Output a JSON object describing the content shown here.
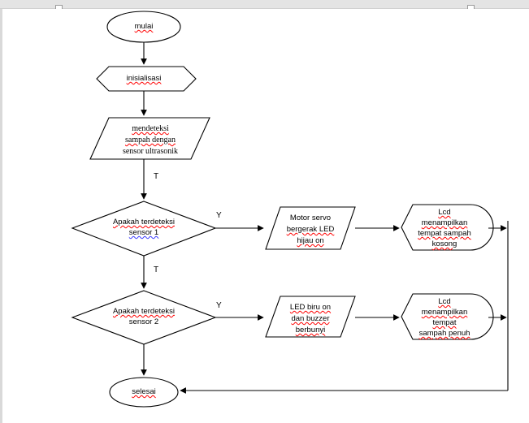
{
  "app": {
    "ruler": {
      "left_marker": "left-margin-marker",
      "right_marker": "right-margin-marker"
    }
  },
  "diagram": {
    "title": "flowchart-tempat-sampah-otomatis",
    "colors": {
      "stroke": "#000000",
      "fill": "#ffffff",
      "spell_error_red": "#ff0000",
      "grammar_error_blue": "#3a3aff"
    },
    "nodes": [
      {
        "id": "start",
        "shape": "terminator-oval",
        "lines": [
          {
            "text": "mulai",
            "squiggle": "red"
          }
        ]
      },
      {
        "id": "init",
        "shape": "preparation-hexagon",
        "lines": [
          {
            "text": "inisialisasi",
            "squiggle": "red"
          }
        ]
      },
      {
        "id": "detect",
        "shape": "parallelogram-io",
        "lines": [
          {
            "text": "mendeteksi",
            "squiggle": "red"
          },
          {
            "text": "sampah dengan",
            "squiggle": "red"
          },
          {
            "text": "sensor ultrasonik",
            "squiggle": "red"
          }
        ]
      },
      {
        "id": "decision1",
        "shape": "decision-diamond",
        "lines": [
          {
            "text": "Apakah terdeteksi",
            "squiggle": "red"
          },
          {
            "text": "sensor 1",
            "squiggle": "blue"
          }
        ]
      },
      {
        "id": "process1",
        "shape": "parallelogram-io",
        "lines": [
          {
            "text": "Motor servo",
            "squiggle": "none"
          },
          {
            "text": "bergerak LED",
            "squiggle": "red"
          },
          {
            "text": "hijau on",
            "squiggle": "red"
          }
        ]
      },
      {
        "id": "display1",
        "shape": "display",
        "lines": [
          {
            "text": "Lcd",
            "squiggle": "red"
          },
          {
            "text": "menampilkan",
            "squiggle": "red"
          },
          {
            "text": "tempat sampah",
            "squiggle": "red"
          },
          {
            "text": "kosong",
            "squiggle": "red"
          }
        ]
      },
      {
        "id": "decision2",
        "shape": "decision-diamond",
        "lines": [
          {
            "text": "Apakah terdeteksi",
            "squiggle": "red"
          },
          {
            "text": "sensor 2",
            "squiggle": "none"
          }
        ]
      },
      {
        "id": "process2",
        "shape": "parallelogram-io",
        "lines": [
          {
            "text": "LED biru on",
            "squiggle": "red"
          },
          {
            "text": "dan buzzer",
            "squiggle": "red"
          },
          {
            "text": "berbunyi",
            "squiggle": "red"
          }
        ]
      },
      {
        "id": "display2",
        "shape": "display",
        "lines": [
          {
            "text": "Lcd",
            "squiggle": "red"
          },
          {
            "text": "menampilkan",
            "squiggle": "red"
          },
          {
            "text": "tempat",
            "squiggle": "red"
          },
          {
            "text": "sampah penuh",
            "squiggle": "red"
          }
        ]
      },
      {
        "id": "end",
        "shape": "terminator-oval",
        "lines": [
          {
            "text": "selesai",
            "squiggle": "red"
          }
        ]
      }
    ],
    "edge_labels": {
      "detect_to_decision1": "T",
      "decision1_yes": "Y",
      "decision1_no": "T",
      "decision2_yes": "Y"
    }
  }
}
